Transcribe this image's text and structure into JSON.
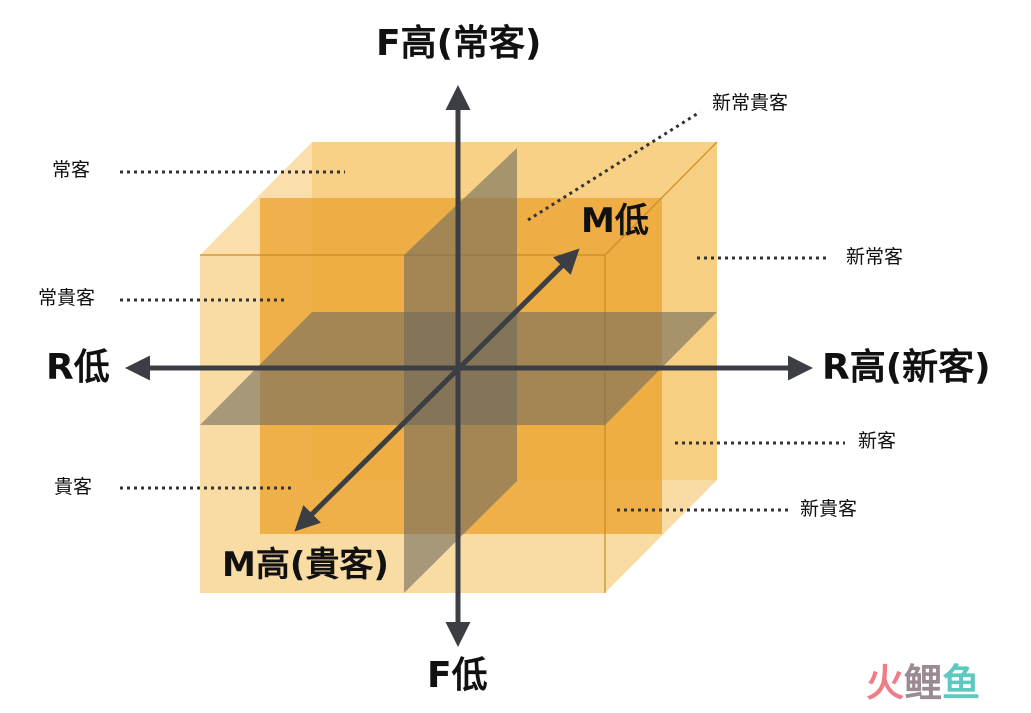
{
  "axes": {
    "f_high": "F高(常客)",
    "f_low": "F低",
    "r_low": "R低",
    "r_high": "R高(新客)",
    "m_low": "M低",
    "m_high": "M高(貴客)"
  },
  "segments": {
    "new_regular_vip": "新常貴客",
    "regular": "常客",
    "new_regular": "新常客",
    "regular_vip": "常貴客",
    "new": "新客",
    "vip": "貴客",
    "new_vip": "新貴客"
  },
  "watermark": {
    "char1": "火",
    "char2": "鲤",
    "char3": "鱼"
  },
  "colors": {
    "cube_light": "#f5c567",
    "cube_mid": "#efae3c",
    "plane_gray": "#6f6a5e",
    "axis": "#3b3f44",
    "watermark_1": "#f07c86",
    "watermark_2": "#9a8a94",
    "watermark_3": "#5ec8c0"
  }
}
